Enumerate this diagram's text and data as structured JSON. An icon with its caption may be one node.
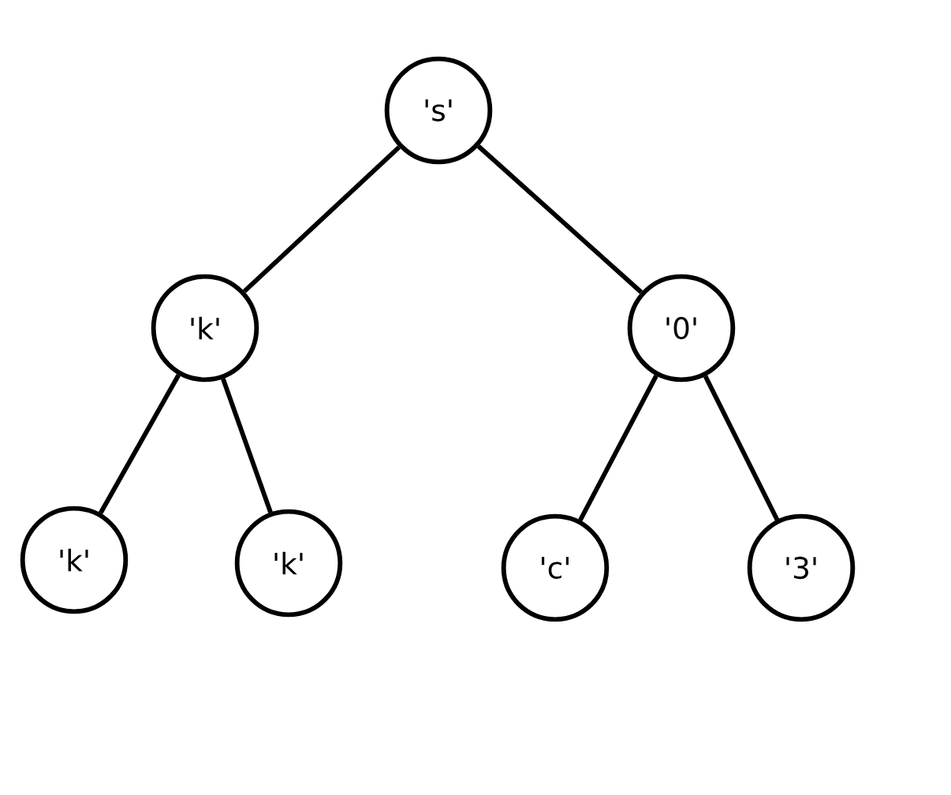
{
  "diagram": {
    "nodes": [
      {
        "text": [
          "'s'"
        ]
      },
      {
        "text": [
          "'k'"
        ]
      },
      {
        "text": [
          "'0'"
        ]
      },
      {
        "text": [
          "'k'"
        ]
      },
      {
        "text": [
          "'k'"
        ]
      },
      {
        "text": [
          "'c'"
        ]
      },
      {
        "text": [
          "'3'"
        ]
      }
    ],
    "edges": [
      {
        "from": 0,
        "to": 1,
        "arrow": "none"
      },
      {
        "from": 0,
        "to": 2,
        "arrow": "none"
      },
      {
        "from": 1,
        "to": 3,
        "arrow": "none"
      },
      {
        "from": 1,
        "to": 4,
        "arrow": "none"
      },
      {
        "from": 2,
        "to": 5,
        "arrow": "none"
      },
      {
        "from": 2,
        "to": 6,
        "arrow": "none"
      }
    ]
  }
}
